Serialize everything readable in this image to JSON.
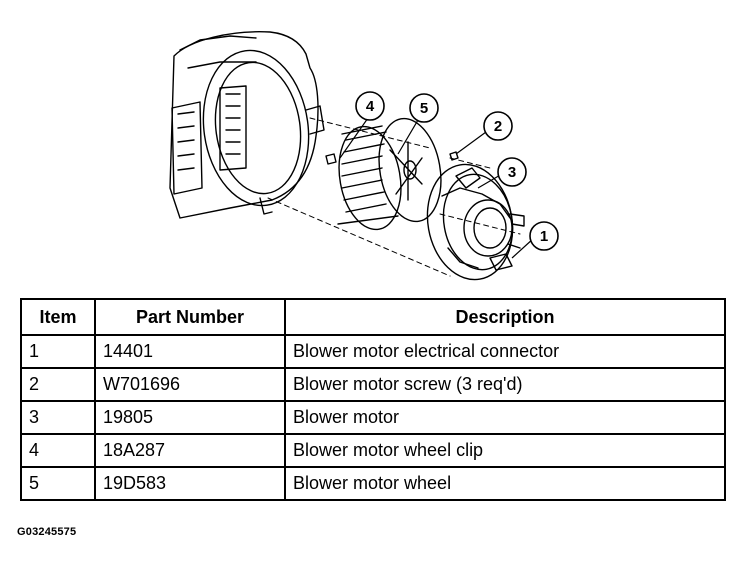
{
  "diagram": {
    "callouts": [
      "4",
      "5",
      "2",
      "3",
      "1"
    ]
  },
  "table": {
    "headers": [
      "Item",
      "Part Number",
      "Description"
    ],
    "rows": [
      {
        "item": "1",
        "part_number": "14401",
        "description": "Blower motor electrical connector"
      },
      {
        "item": "2",
        "part_number": "W701696",
        "description": "Blower motor screw (3 req'd)"
      },
      {
        "item": "3",
        "part_number": "19805",
        "description": "Blower motor"
      },
      {
        "item": "4",
        "part_number": "18A287",
        "description": "Blower motor wheel clip"
      },
      {
        "item": "5",
        "part_number": "19D583",
        "description": "Blower motor wheel"
      }
    ]
  },
  "figure_id": "G03245575"
}
